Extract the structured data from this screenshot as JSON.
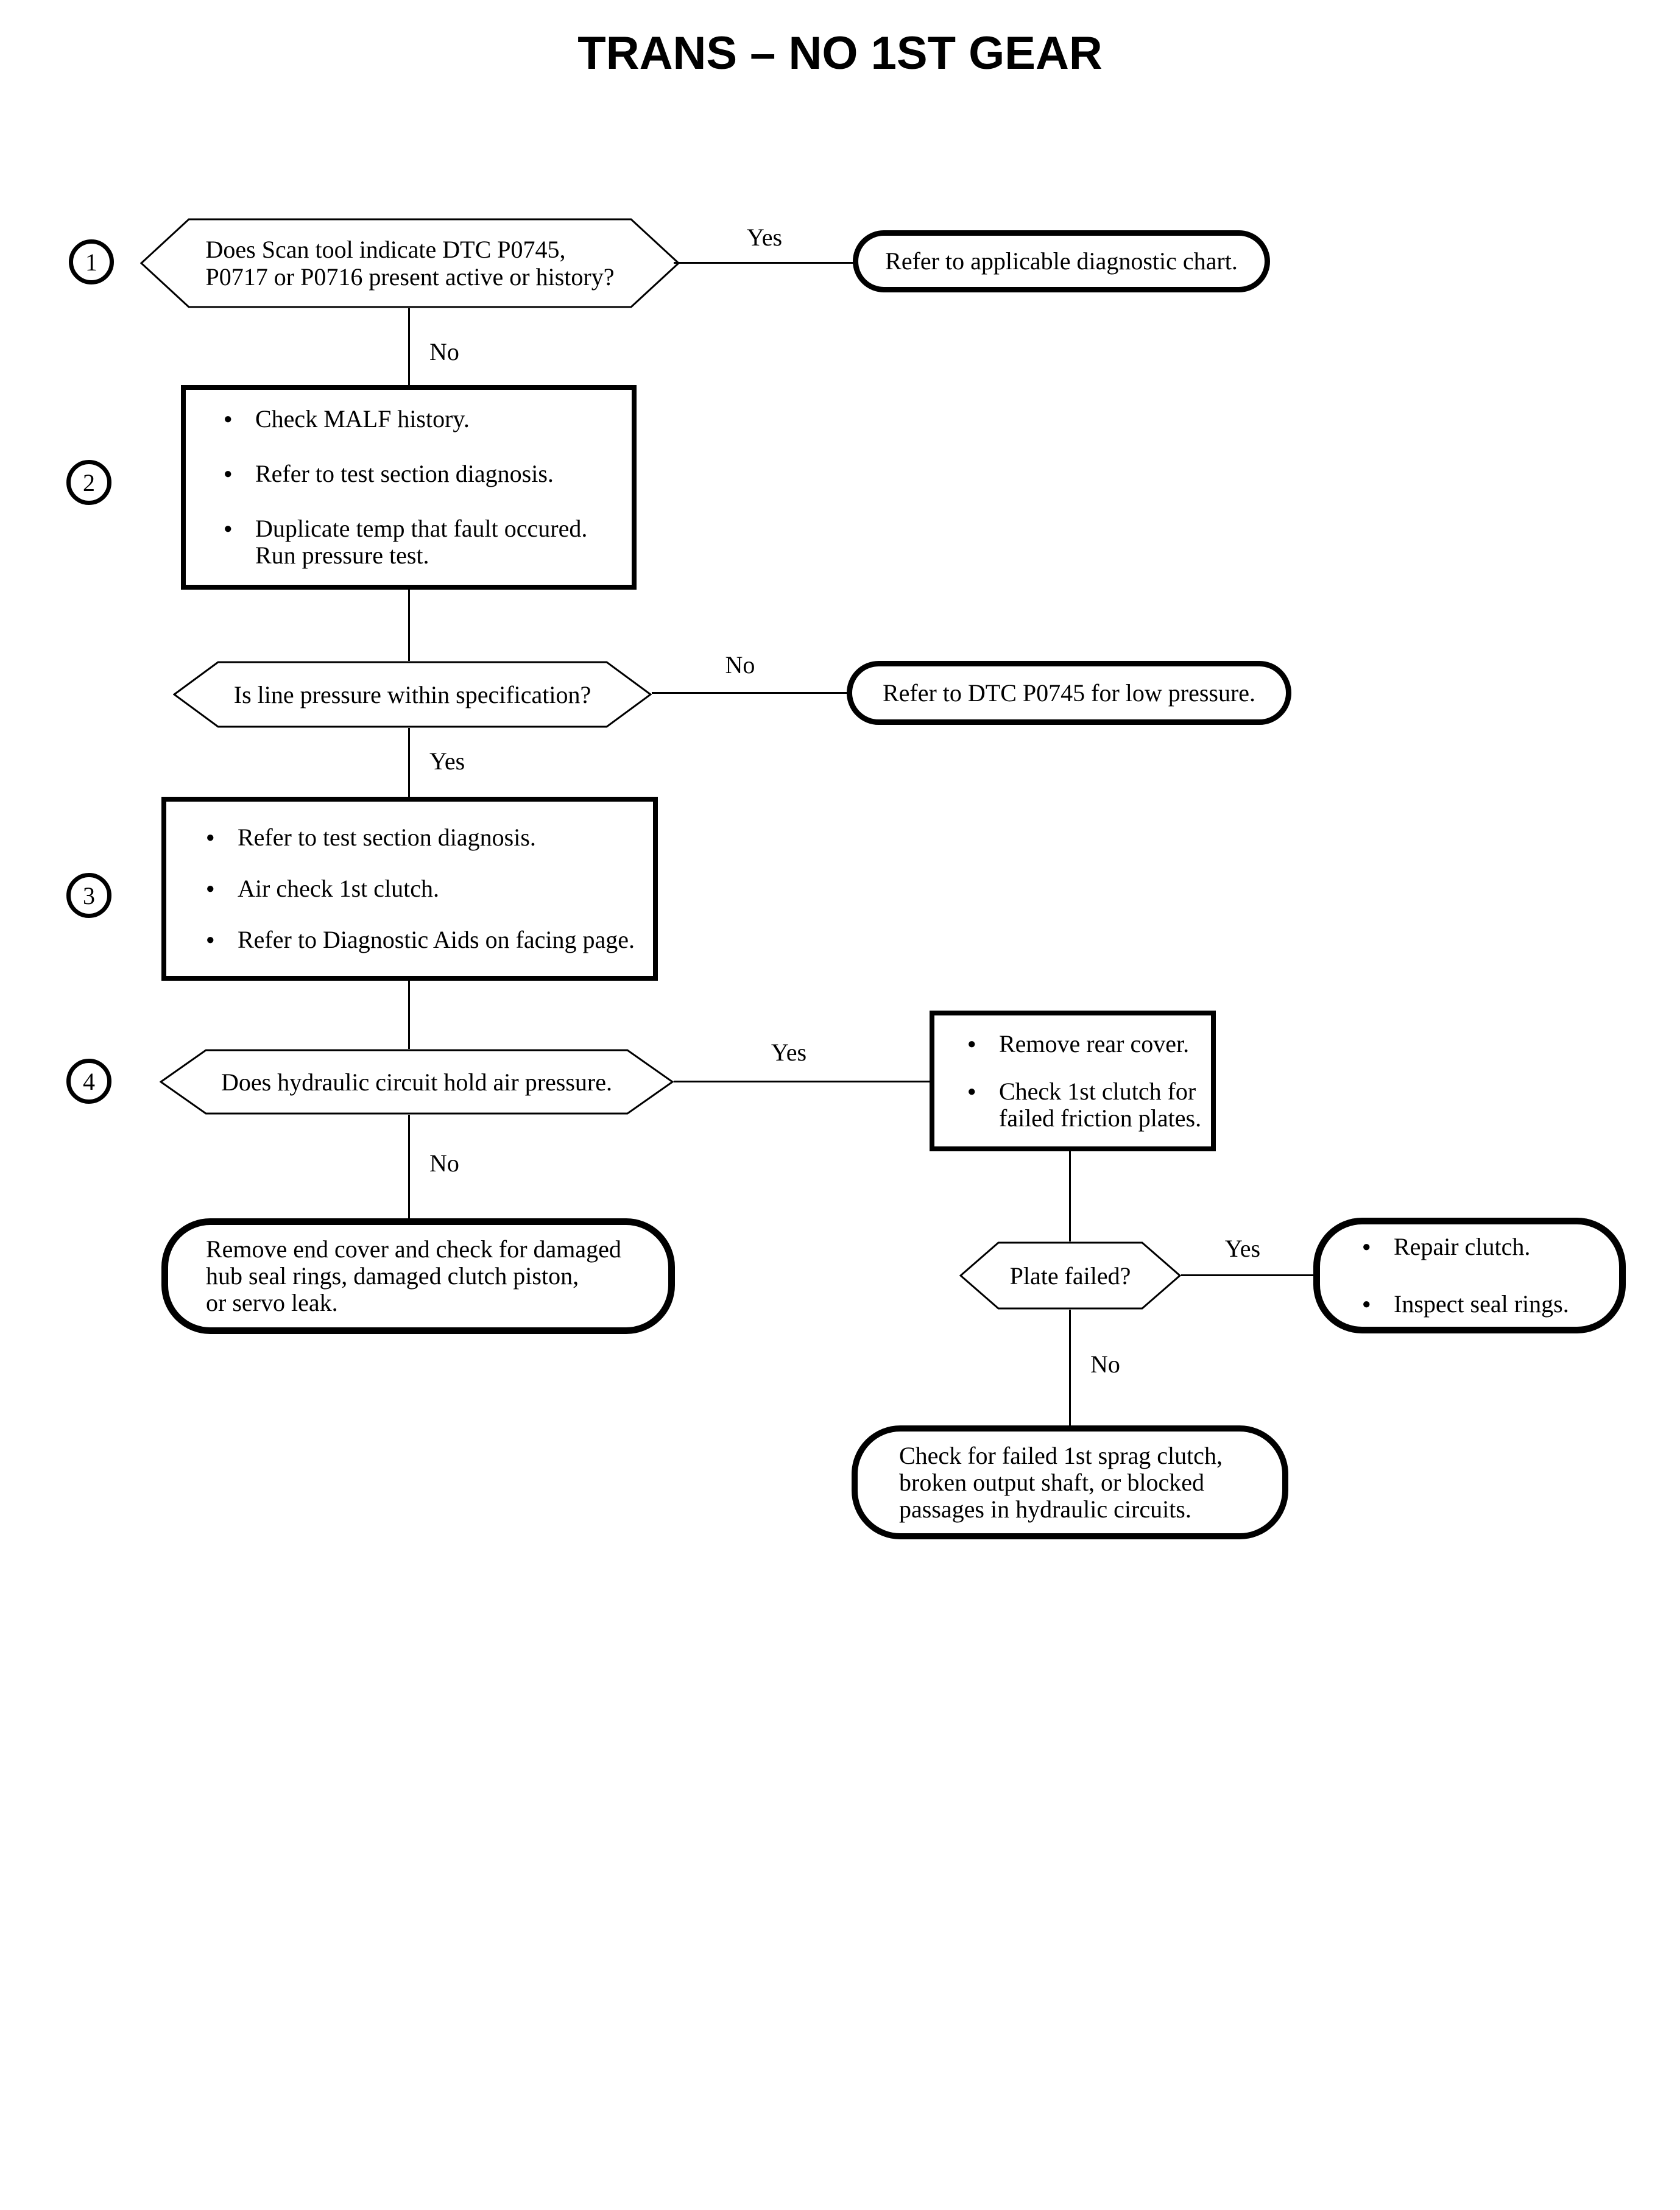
{
  "page": {
    "title": "TRANS – NO 1ST GEAR"
  },
  "connectors": {
    "yes": "Yes",
    "no": "No"
  },
  "flow": {
    "step1": {
      "badge": "1",
      "question": [
        "Does Scan tool indicate DTC P0745,",
        "P0717 or P0716 present active or history?"
      ]
    },
    "result_diag_chart": "Refer to applicable diagnostic chart.",
    "step2": {
      "badge": "2",
      "items": [
        [
          "Check MALF history."
        ],
        [
          "Refer to test section diagnosis."
        ],
        [
          "Duplicate temp that fault occured.",
          "Run pressure test."
        ]
      ]
    },
    "q_line_pressure": "Is line pressure within specification?",
    "result_low_pressure": "Refer to DTC P0745 for low pressure.",
    "step3": {
      "badge": "3",
      "items": [
        [
          "Refer to test section diagnosis."
        ],
        [
          "Air check 1st clutch."
        ],
        [
          "Refer to Diagnostic Aids on facing page."
        ]
      ]
    },
    "step4": {
      "badge": "4",
      "question": "Does hydraulic circuit hold air pressure."
    },
    "box_rear_cover": {
      "items": [
        [
          "Remove rear cover."
        ],
        [
          "Check 1st clutch for",
          "failed friction plates."
        ]
      ]
    },
    "result_end_cover": [
      "Remove end cover and check for damaged",
      "hub seal rings, damaged clutch piston,",
      "or servo leak."
    ],
    "q_plate_failed": "Plate failed?",
    "result_repair": {
      "items": [
        "Repair clutch.",
        "Inspect seal rings."
      ]
    },
    "result_sprag": [
      "Check for failed 1st sprag clutch,",
      "broken output shaft, or blocked",
      "passages in hydraulic circuits."
    ]
  }
}
